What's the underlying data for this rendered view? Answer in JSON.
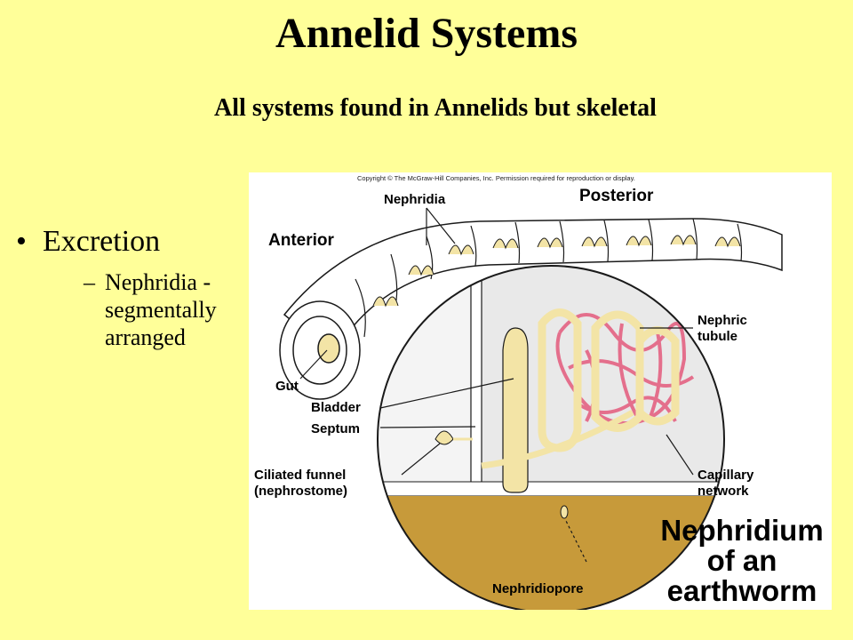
{
  "slide": {
    "title": "Annelid Systems",
    "subtitle": "All systems found in Annelids but skeletal",
    "bullets": [
      {
        "mark": "•",
        "text": "Excretion",
        "sub": {
          "mark": "–",
          "text": "Nephridia - segmentally arranged"
        }
      }
    ]
  },
  "figure": {
    "copyright": "Copyright © The McGraw-Hill Companies, Inc. Permission required for reproduction or display.",
    "labels": {
      "nephridia": "Nephridia",
      "posterior": "Posterior",
      "anterior": "Anterior",
      "nephric_tubule_1": "Nephric",
      "nephric_tubule_2": "tubule",
      "gut": "Gut",
      "bladder": "Bladder",
      "septum": "Septum",
      "ciliated_funnel_1": "Ciliated funnel",
      "ciliated_funnel_2": "(nephrostome)",
      "capillary_1": "Capillary",
      "capillary_2": "network",
      "nephridiopore": "Nephridiopore"
    },
    "caption": {
      "line1": "Nephridium",
      "line2": "of an",
      "line3": "earthworm"
    },
    "colors": {
      "background": "#FFFF99",
      "tubule": "#F3E4A6",
      "capillary": "#E46F8C",
      "body_wall": "#C79A3A",
      "outline": "#1A1A1A"
    }
  }
}
